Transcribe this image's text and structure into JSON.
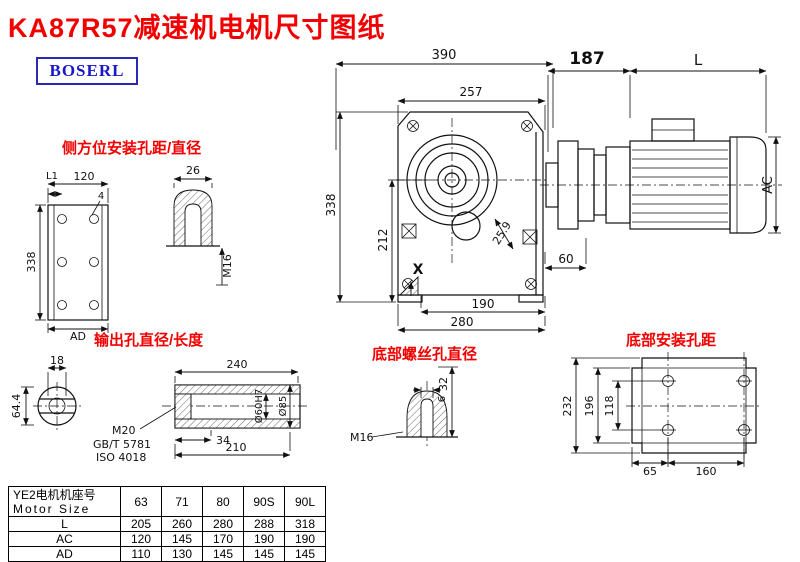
{
  "page": {
    "title": "KA87R57减速机电机尺寸图纸",
    "logo": "BOSERL"
  },
  "colors": {
    "title-red": "#f20000",
    "logo-blue": "#1818c8",
    "line-black": "#111111"
  },
  "main_view": {
    "dims": {
      "w390": "390",
      "w257": "257",
      "h338": "338",
      "h212": "212",
      "a259": "25.9",
      "d60": "60",
      "d190": "190",
      "d280": "280",
      "x_mark": "X"
    }
  },
  "motor_view": {
    "dims": {
      "d187": "187",
      "L": "L",
      "AC": "AC"
    }
  },
  "side_view": {
    "label": "侧方位安装孔距/直径",
    "dims": {
      "L1": "L1",
      "w120": "120",
      "n4": "4",
      "h338": "338",
      "AD": "AD",
      "w26": "26",
      "m16": "M16"
    }
  },
  "output_view": {
    "label": "输出孔直径/长度",
    "dims": {
      "w18": "18",
      "h644": "64.4",
      "l240": "240",
      "m20": "M20",
      "std1": "GB/T 5781",
      "std2": "ISO 4018",
      "l34": "34",
      "l210": "210",
      "d60": "Ø60H7",
      "d85": "Ø85"
    }
  },
  "screw_view": {
    "label": "底部螺丝孔直径",
    "dims": {
      "h32": "32",
      "w6": "6",
      "m16": "M16"
    }
  },
  "mount_view": {
    "label": "底部安装孔距",
    "dims": {
      "h232": "232",
      "h196": "196",
      "h118": "118",
      "w65": "65",
      "w160": "160"
    }
  },
  "table": {
    "header": {
      "label_line1": "YE2电机机座号",
      "label_line2": "Motor Size",
      "cols": [
        "63",
        "71",
        "80",
        "90S",
        "90L"
      ]
    },
    "rows": [
      {
        "label": "L",
        "values": [
          "205",
          "260",
          "280",
          "288",
          "318"
        ]
      },
      {
        "label": "AC",
        "values": [
          "120",
          "145",
          "170",
          "190",
          "190"
        ]
      },
      {
        "label": "AD",
        "values": [
          "110",
          "130",
          "145",
          "145",
          "145"
        ]
      }
    ]
  }
}
